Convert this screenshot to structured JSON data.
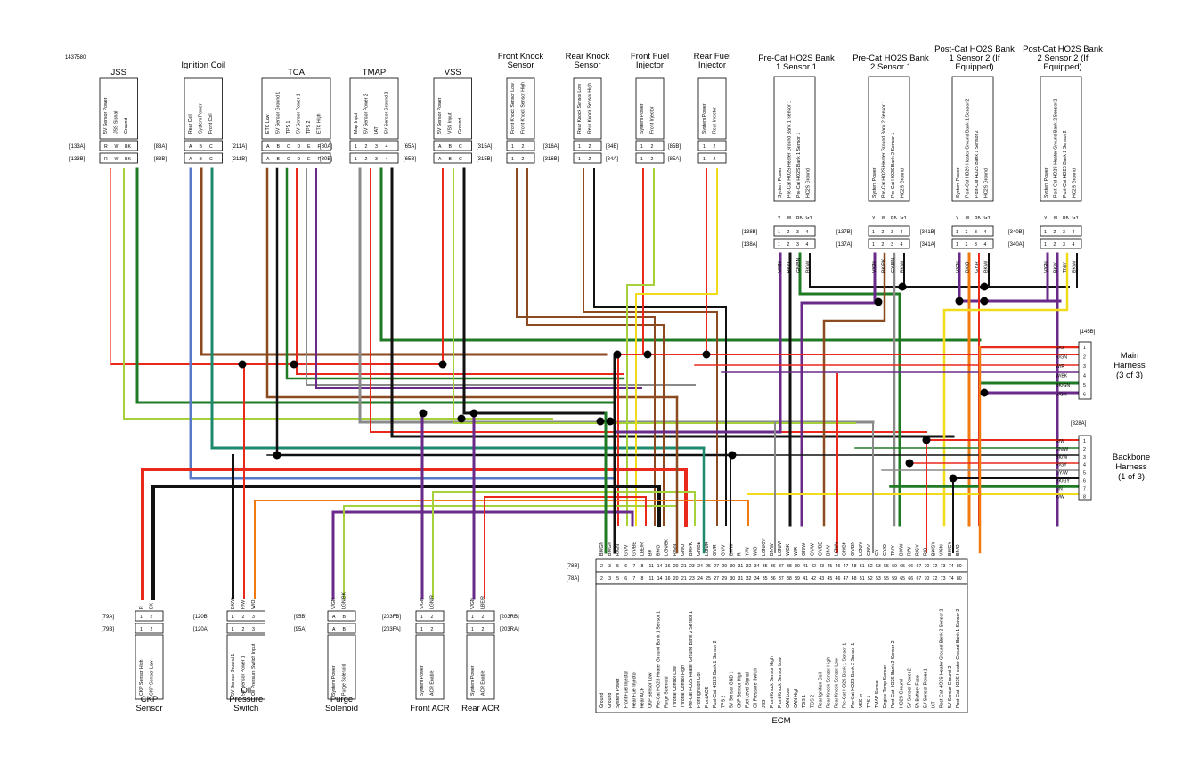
{
  "doc_id": "1437580",
  "connectors": [
    {
      "key": "jss",
      "title": "JSS",
      "pins": [
        "R",
        "W",
        "BK"
      ],
      "signals": [
        "5V Sensor Power",
        "JSS Signal",
        "Ground"
      ],
      "tag_top": "[133A]",
      "tag_bot": "[133B]"
    },
    {
      "key": "ignition",
      "title": "Ignition Coil",
      "pins": [
        "A",
        "B",
        "C"
      ],
      "signals": [
        "Rear Coil",
        "System Power",
        "Front Coil"
      ],
      "tag_top": "[83A]",
      "tag_bot": "[83B]"
    },
    {
      "key": "tca",
      "title": "TCA",
      "pins": [
        "A",
        "B",
        "C",
        "D",
        "E",
        "F"
      ],
      "signals": [
        "ETC Low",
        "5V Sensor Ground 1",
        "TPS 1",
        "5V Sensor Power 1",
        "TPS 2",
        "ETC High"
      ],
      "tag_top": "[211A]",
      "tag_bot": "[211B]"
    },
    {
      "key": "tmap",
      "title": "TMAP",
      "pins": [
        "1",
        "2",
        "3",
        "4"
      ],
      "signals": [
        "Map Input",
        "5V Sensor Power 2",
        "IAT",
        "5V Sensor Ground 2"
      ],
      "tag_top": "[80A]",
      "tag_bot": "[80B]"
    },
    {
      "key": "vss",
      "title": "VSS",
      "pins": [
        "A",
        "B",
        "C"
      ],
      "signals": [
        "5V Sensor Power",
        "VSS Input",
        "Ground"
      ],
      "tag_top": "[65A]",
      "tag_bot": "[65B]"
    },
    {
      "key": "fknock",
      "title": "Front Knock Sensor",
      "pins": [
        "1",
        "2"
      ],
      "signals": [
        "Front Knock Sensor Low",
        "Front Knock Sensor High"
      ],
      "tag_top": "[315A]",
      "tag_bot": "[315B]"
    },
    {
      "key": "rknock",
      "title": "Rear Knock Sensor",
      "pins": [
        "1",
        "2"
      ],
      "signals": [
        "Rear Knock Sensor Low",
        "Rear Knock Sensor High"
      ],
      "tag_top": "[316A]",
      "tag_bot": "[316B]"
    },
    {
      "key": "ffuel",
      "title": "Front Fuel Injector",
      "pins": [
        "1",
        "2"
      ],
      "signals": [
        "System Power",
        "Front Injector"
      ],
      "tag_top": "[84B]",
      "tag_bot": "[84A]"
    },
    {
      "key": "rfuel",
      "title": "Rear Fuel Injector",
      "pins": [
        "1",
        "2"
      ],
      "signals": [
        "System Power",
        "Rear Injector"
      ],
      "tag_top": "[85B]",
      "tag_bot": "[85A]"
    }
  ],
  "ho2s": [
    {
      "key": "b1s1",
      "title": "Pre-Cat HO2S Bank 1 Sensor 1",
      "signals": [
        "System Power",
        "Pre-Cat HO2S Heater Ground Bank 1 Sensor 1",
        "Pre-Cat HO2S Bank 1 Sensor 1",
        "HO2S Ground"
      ],
      "pins_top": [
        "V",
        "W",
        "BK",
        "GY"
      ],
      "tag_top": "[138B]",
      "tag_bot": "[138A]",
      "wires": [
        "V/GN",
        "BK/O",
        "GN/BN",
        "BK/W"
      ]
    },
    {
      "key": "b2s1",
      "title": "Pre-Cat HO2S Bank 2 Sensor 1",
      "signals": [
        "System Power",
        "Pre-Cat HO2S Heater Ground Bank 2 Sensor 1",
        "Pre-Cat HO2S Bank 2 Sensor 1",
        "HO2S Ground"
      ],
      "pins_top": [
        "V",
        "W",
        "BK",
        "GY"
      ],
      "tag_top": "[137B]",
      "tag_bot": "[137A]",
      "wires": [
        "V/GN",
        "BK/PK",
        "GY/BN",
        "BK/W"
      ]
    },
    {
      "key": "b1s2",
      "title": "Post-Cat HO2S Bank 1 Sensor 2 (If Equipped)",
      "signals": [
        "System Power",
        "Post-Cat HO2S Heater Ground Bank 1 Sensor 2",
        "Post-Cat HO2S Bank 1 Sensor 2",
        "HO2S Ground"
      ],
      "pins_top": [
        "V",
        "W",
        "BK",
        "GY"
      ],
      "tag_top": "[341B]",
      "tag_bot": "[341A]",
      "wires": [
        "V/GN",
        "BK/O",
        "GY/R",
        "BK/W"
      ]
    },
    {
      "key": "b2s2",
      "title": "Post-Cat HO2S Bank 2 Sensor 2 (If Equipped)",
      "signals": [
        "System Power",
        "Post-Cat HO2S Heater Ground Bank 2 Sensor 2",
        "Post-Cat HO2S Bank 2 Sensor 2",
        "HO2S Ground"
      ],
      "pins_top": [
        "V",
        "W",
        "BK",
        "GY"
      ],
      "tag_top": "[340B]",
      "tag_bot": "[340A]",
      "wires": [
        "V/GN",
        "BK/Y",
        "TN/Y",
        "BK/W"
      ]
    }
  ],
  "bottom": [
    {
      "key": "ckp",
      "title": "CKP Sensor",
      "tag_top": "[79A]",
      "tag_bot": "[79B]",
      "pins": [
        "1",
        "2"
      ],
      "signals": [
        "CKP Sensor High",
        "CKP Sensor Low"
      ],
      "wires": [
        "R",
        "BK"
      ]
    },
    {
      "key": "oil",
      "title": "Oil Pressure Switch",
      "tag_top": "[120B]",
      "tag_bot": "[120A]",
      "pins": [
        "1",
        "2",
        "3"
      ],
      "signals": [
        "5V Sensor Ground 1",
        "5V Sensor Power 1",
        "Oil Pressure Switch Input"
      ],
      "wires": [
        "BK/W",
        "R/W",
        "W/O"
      ]
    },
    {
      "key": "purge",
      "title": "Purge Solenoid",
      "tag_top": "[95B]",
      "tag_bot": "[95A]",
      "pins": [
        "A",
        "B"
      ],
      "signals": [
        "System Power",
        "Purge Solenoid"
      ],
      "wires": [
        "V/GN",
        "LGN/BK"
      ]
    },
    {
      "key": "facr",
      "title": "Front ACR",
      "tag_top": "[203FB]",
      "tag_bot": "[203FA]",
      "pins": [
        "1",
        "2"
      ],
      "signals": [
        "System Power",
        "ACR Enable"
      ],
      "wires": [
        "V/GN",
        "LGN/R"
      ]
    },
    {
      "key": "racr",
      "title": "Rear ACR",
      "tag_top": "[203RB]",
      "tag_bot": "[203RA]",
      "pins": [
        "1",
        "2"
      ],
      "signals": [
        "System Power",
        "ACR Enable"
      ],
      "wires": [
        "V/GN",
        "LBE/R"
      ]
    }
  ],
  "main_harness": {
    "tag": "[145B]",
    "title": "Main Harness (3 of 3)",
    "wires": [
      "R/O",
      "R/GN",
      "W/R",
      "W/BK",
      "BK/GN",
      "V/GN"
    ]
  },
  "backbone": {
    "tag": "[328A]",
    "title": "Backbone Harness (1 of 3)",
    "wires": [
      "R/W",
      "GN/W",
      "BK/W",
      "R/GY",
      "GY/W",
      "BK/GY",
      "GN",
      "Y/W"
    ]
  },
  "ecm": {
    "title": "ECM",
    "tag_top": "[78B]",
    "tag_bot": "[78A]",
    "pins": [
      2,
      3,
      5,
      6,
      7,
      8,
      11,
      14,
      16,
      20,
      21,
      23,
      24,
      25,
      27,
      29,
      30,
      31,
      32,
      34,
      35,
      36,
      37,
      38,
      39,
      41,
      42,
      43,
      45,
      46,
      47,
      48,
      51,
      52,
      53,
      55,
      59,
      65,
      66,
      67,
      70,
      72,
      73,
      74,
      80
    ],
    "wires": [
      "BK/GN",
      "BK/GN",
      "R/GN",
      "GY/V",
      "GY/BE",
      "LBE/R",
      "BK",
      "BK/O",
      "LGN/BK",
      "R/GN",
      "GN/O",
      "BK/PK",
      "GN/BE",
      "LGN/R",
      "GY/R",
      "GY/V",
      "BK/W",
      "R",
      "Y/W",
      "W/O",
      "LGN/GY",
      "BN/W",
      "LGN/W",
      "W/BK",
      "W/R",
      "GN/W",
      "GY/W",
      "GY/BE",
      "BN/V",
      "LGN/V",
      "GN/BN",
      "GY/BN",
      "LGN/Y",
      "GN/V",
      "GY",
      "GY/O",
      "TN/Y",
      "BK/W",
      "R/W",
      "R/GY",
      "R/O",
      "BK/GY",
      "V/GN",
      "BK/GY",
      "BN/O"
    ],
    "signals": [
      "Ground",
      "Ground",
      "System Power",
      "Front Fuel Injector",
      "Rear Fuel Injector",
      "Rear ACR",
      "CKP Sensor Low",
      "Pre-Cat HO2S Heater Ground Bank 1 Sensor 1",
      "Purge Solenoid",
      "Throttle Control Low",
      "Throttle Control High",
      "Pre-Cat HO2S Heater Ground Bank 2 Sensor 1",
      "Front Ignition Coil",
      "Front ACR",
      "Post-Cat HO2S Bank 1 Sensor 2",
      "TPS 2",
      "5V Sensor GND 1",
      "CKP Sensor High",
      "Fuel Level Signal",
      "Oil Pressure Switch",
      "JSS",
      "Front Knock Sensor High",
      "Front Knock Sensor Low",
      "CAN Low",
      "CAN High",
      "TGS 1",
      "TGS 2",
      "Rear Ignition Coil",
      "Rear Knock Sensor High",
      "Rear Knock Sensor Low",
      "Pre-Cat HO2S Bank 1 Sensor 1",
      "Pre-Cat HO2S Bank 2 Sensor 1",
      "VSS In",
      "TPS 1",
      "TMAP Sensor",
      "Engine Temp Sensor",
      "Post-Cat HO2S Bank 2 Sensor 2",
      "HO2S Ground",
      "5V Sensor Power 2",
      "5A Battery Fuse",
      "5V Sensor Power 1",
      "IAT",
      "Post-Cat HO2S Heater Ground Bank 2 Sensor 2",
      "5V Sensor Ground 2",
      "Post-Cat HO2S Heater Ground Bank 1 Sensor 2"
    ]
  },
  "colors": {
    "red": "#e8291c",
    "black": "#111111",
    "green": "#1f7a24",
    "lgreen": "#a6d13a",
    "blue": "#5878c8",
    "brown": "#8b4a1f",
    "orange": "#f07a10",
    "gray": "#8a8a8a",
    "violet": "#6a2a8a",
    "yellow": "#f1dc1c",
    "tan": "#c9a36a",
    "white": "#ffffff"
  }
}
